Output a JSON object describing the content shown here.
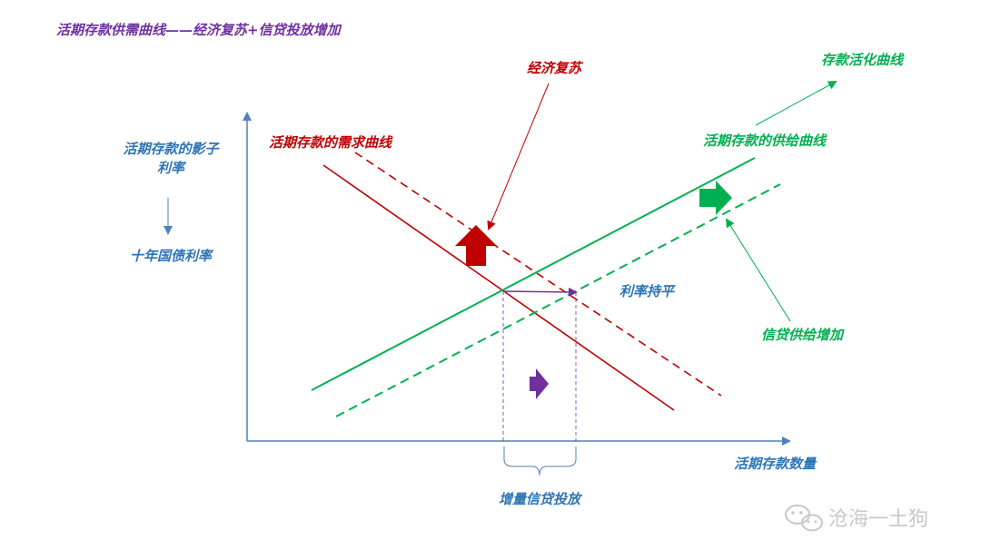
{
  "title": "活期存款供需曲线——经济复苏+信贷投放增加",
  "labels": {
    "y_axis_line1": "活期存款的影子",
    "y_axis_line2": "利率",
    "y_axis_proxy": "十年国债利率",
    "x_axis": "活期存款数量",
    "demand_curve": "活期存款的需求曲线",
    "supply_curve": "活期存款的供给曲线",
    "economic_recovery": "经济复苏",
    "deposit_activation": "存款活化曲线",
    "credit_supply_increase": "信贷供给增加",
    "rate_flat": "利率持平",
    "incremental_credit": "增量信贷投放"
  },
  "watermark": {
    "text": "沧海一土狗",
    "icon": "wechat-icon"
  },
  "colors": {
    "title": "#7030a0",
    "demand": "#c00000",
    "supply": "#00b050",
    "axis": "#4f81bd",
    "label_blue": "#2e75b6",
    "arrow_purple": "#7030a0",
    "watermark": "#c8c8c8"
  }
}
